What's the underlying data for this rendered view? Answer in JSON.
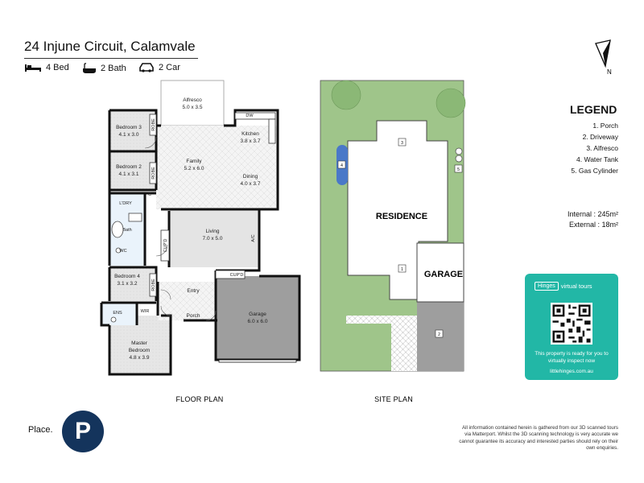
{
  "property": {
    "title": "24 Injune Circuit, Calamvale",
    "beds": "4 Bed",
    "baths": "2 Bath",
    "cars": "2 Car"
  },
  "compass": {
    "label": "N"
  },
  "floor_plan": {
    "caption": "FLOOR PLAN",
    "rooms": {
      "alfresco": {
        "name": "Alfresco",
        "size": "5.0 x 3.5"
      },
      "bedroom3": {
        "name": "Bedroom 3",
        "size": "4.1 x 3.0"
      },
      "bedroom2": {
        "name": "Bedroom 2",
        "size": "4.1 x 3.1"
      },
      "kitchen": {
        "name": "Kitchen",
        "size": "3.8 x 3.7"
      },
      "family": {
        "name": "Family",
        "size": "5.2 x 6.0"
      },
      "dining": {
        "name": "Dining",
        "size": "4.0 x 3.7"
      },
      "living": {
        "name": "Living",
        "size": "7.0 x 5.0"
      },
      "bedroom4": {
        "name": "Bedroom 4",
        "size": "3.1 x 3.2"
      },
      "garage": {
        "name": "Garage",
        "size": "6.0 x 6.0"
      },
      "master": {
        "name": "Master",
        "name2": "Bedroom",
        "size": "4.8 x 3.9"
      },
      "ldry": "L'DRY",
      "bath": "Bath",
      "wc": "WC",
      "ens": "ENS",
      "wir": "WIR",
      "entry": "Entry",
      "porch": "Porch",
      "robe": "ROBE",
      "cupd": "CUP'D",
      "ac": "A/C",
      "c": "C",
      "dw": "DW"
    }
  },
  "site_plan": {
    "caption": "SITE PLAN",
    "residence": "RESIDENCE",
    "garage": "GARAGE",
    "markers": [
      "1",
      "2",
      "3",
      "4",
      "5"
    ]
  },
  "legend": {
    "title": "LEGEND",
    "items": [
      "1. Porch",
      "2. Driveway",
      "3. Alfresco",
      "4. Water Tank",
      "5. Gas Cylinder"
    ],
    "internal_label": "Internal",
    "internal_value": ": 245m²",
    "external_label": "External",
    "external_value": ": 18m²"
  },
  "virtual_tour": {
    "brand": "Hinges",
    "badge": "virtual tours",
    "text": "This property is ready for you to virtually inspect now",
    "url": "littlehinges.com.au"
  },
  "agency": {
    "name": "Place.",
    "logo_letter": "P"
  },
  "disclaimer": "All information contained herein is gathered from our 3D scanned tours via Matterport. Whilst the 3D scanning technology is very accurate we cannot guarantee its accuracy and interested parties should rely on their own enquiries.",
  "colors": {
    "grass": "#9fc58a",
    "garage_floor": "#9e9e9e",
    "tour_card": "#22b7a6",
    "brand_circle": "#14345c",
    "water_tank": "#4a78c8"
  }
}
